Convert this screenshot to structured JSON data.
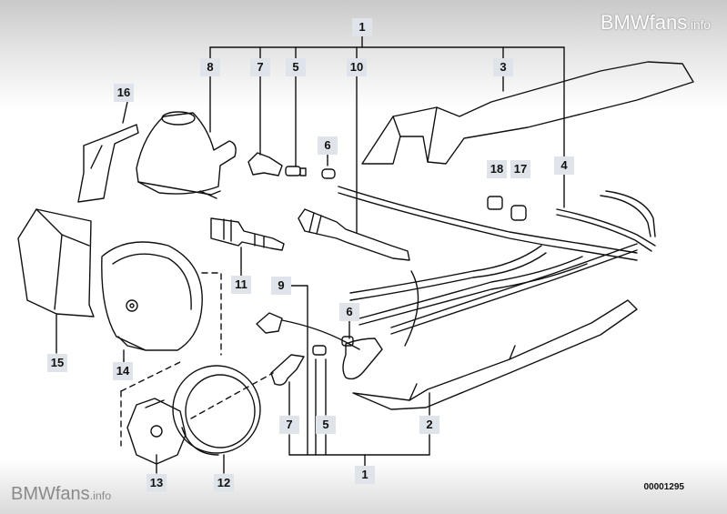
{
  "watermark": {
    "brand": "BMWfans",
    "suffix": ".info"
  },
  "callouts": {
    "c1_top": "1",
    "c8": "8",
    "c7_top": "7",
    "c5_top": "5",
    "c10": "10",
    "c3": "3",
    "c16": "16",
    "c6_top": "6",
    "c18": "18",
    "c17": "17",
    "c4": "4",
    "c11": "11",
    "c9": "9",
    "c6_mid": "6",
    "c15": "15",
    "c14": "14",
    "c7_bottom": "7",
    "c5_bottom": "5",
    "c2": "2",
    "c1_bottom": "1",
    "c13": "13",
    "c12": "12"
  },
  "part_number": "00001295"
}
